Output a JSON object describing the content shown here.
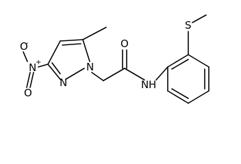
{
  "molecule": {
    "atoms": {
      "nitro_o_top": "O",
      "nitro_o_top_charge": "-",
      "nitro_n": "N",
      "nitro_n_charge": "+",
      "nitro_o_bottom": "O",
      "ring_n2": "N",
      "ring_n1": "N",
      "carbonyl_o": "O",
      "amide_n": "N",
      "amide_h": "H",
      "sulfur": "S"
    }
  }
}
